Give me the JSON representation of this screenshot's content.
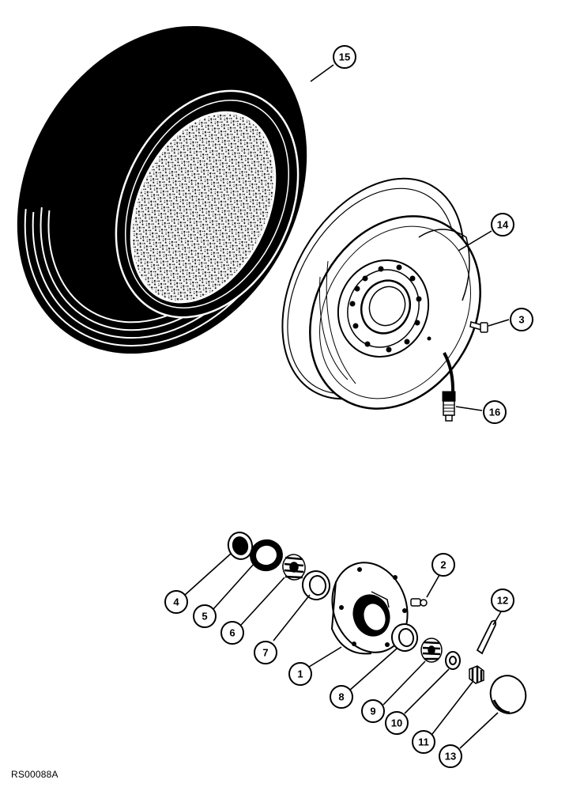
{
  "reference_code": "RS00088A",
  "callouts": [
    {
      "label": "15",
      "part": "tire"
    },
    {
      "label": "14",
      "part": "wheel-rim"
    },
    {
      "label": "3",
      "part": "wheel-bolt"
    },
    {
      "label": "16",
      "part": "valve-stem"
    },
    {
      "label": "2",
      "part": "grease-fitting"
    },
    {
      "label": "12",
      "part": "cotter-pin"
    },
    {
      "label": "4",
      "part": "seal"
    },
    {
      "label": "5",
      "part": "bearing-cup-outer"
    },
    {
      "label": "6",
      "part": "bearing-cone-inner"
    },
    {
      "label": "7",
      "part": "bearing-cup-inner"
    },
    {
      "label": "1",
      "part": "hub"
    },
    {
      "label": "8",
      "part": "bearing-cup"
    },
    {
      "label": "9",
      "part": "bearing-cone"
    },
    {
      "label": "10",
      "part": "washer"
    },
    {
      "label": "11",
      "part": "slotted-nut"
    },
    {
      "label": "13",
      "part": "hub-cap"
    }
  ]
}
